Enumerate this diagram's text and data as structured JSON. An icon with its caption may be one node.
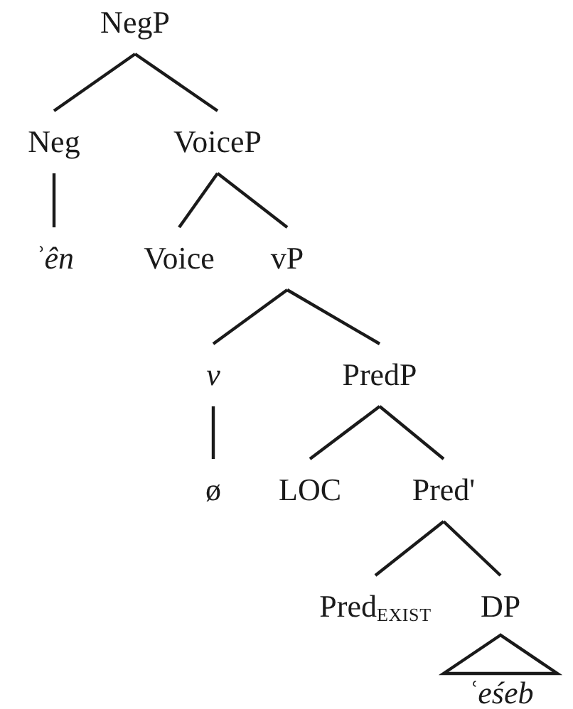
{
  "diagram": {
    "nodes": [
      {
        "text": [
          "NegP"
        ]
      },
      {
        "text": [
          "Neg"
        ]
      },
      {
        "text": [
          "VoiceP"
        ]
      },
      {
        "text": [
          "ʾên"
        ]
      },
      {
        "text": [
          "Voice"
        ]
      },
      {
        "text": [
          "vP"
        ]
      },
      {
        "text": [
          "v"
        ]
      },
      {
        "text": [
          "PredP"
        ]
      },
      {
        "text": [
          "ø"
        ]
      },
      {
        "text": [
          "LOC"
        ]
      },
      {
        "text": [
          "Pred'"
        ]
      },
      {
        "text": [
          "Pred$_{EXIST}$"
        ]
      },
      {
        "text": [
          "DP"
        ]
      },
      {
        "text": [
          "ʿeśeb"
        ]
      }
    ],
    "edges": [
      {
        "from": 0,
        "to": 1,
        "arrow": "none"
      },
      {
        "from": 0,
        "to": 2,
        "arrow": "none"
      },
      {
        "from": 1,
        "to": 3,
        "arrow": "none"
      },
      {
        "from": 2,
        "to": 4,
        "arrow": "none"
      },
      {
        "from": 2,
        "to": 5,
        "arrow": "none"
      },
      {
        "from": 5,
        "to": 6,
        "arrow": "none"
      },
      {
        "from": 5,
        "to": 7,
        "arrow": "none"
      },
      {
        "from": 6,
        "to": 8,
        "arrow": "none"
      },
      {
        "from": 7,
        "to": 9,
        "arrow": "none"
      },
      {
        "from": 7,
        "to": 10,
        "arrow": "none"
      },
      {
        "from": 10,
        "to": 11,
        "arrow": "none"
      },
      {
        "from": 10,
        "to": 12,
        "arrow": "none"
      },
      {
        "from": 12,
        "to": 13,
        "arrow": "none"
      }
    ]
  }
}
